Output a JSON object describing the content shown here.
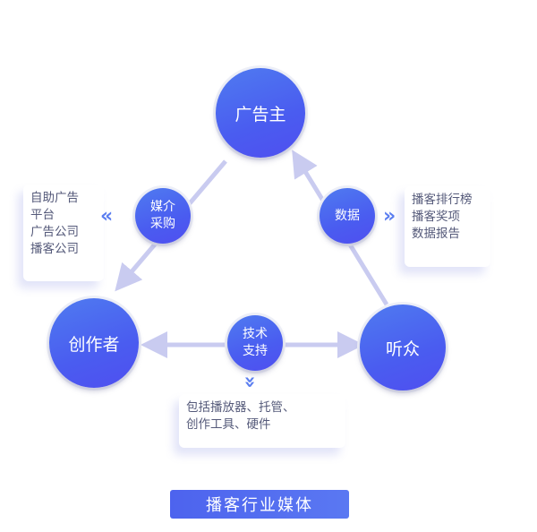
{
  "nodes": {
    "advertiser": "广告主",
    "creator": "创作者",
    "audience": "听众"
  },
  "links": {
    "media_line1": "媒介",
    "media_line2": "采购",
    "data": "数据",
    "tech_line1": "技术",
    "tech_line2": "支持"
  },
  "left_box": [
    "自助广告",
    "平台",
    "广告公司",
    "播客公司"
  ],
  "right_box": [
    "播客排行榜",
    "播客奖项",
    "数据报告"
  ],
  "bottom_box": [
    "包括播放器、托管、",
    "创作工具、硬件"
  ],
  "title": "播客行业媒体",
  "colors": {
    "node": "#4a5cf0",
    "connector": "#c9cbf0"
  }
}
